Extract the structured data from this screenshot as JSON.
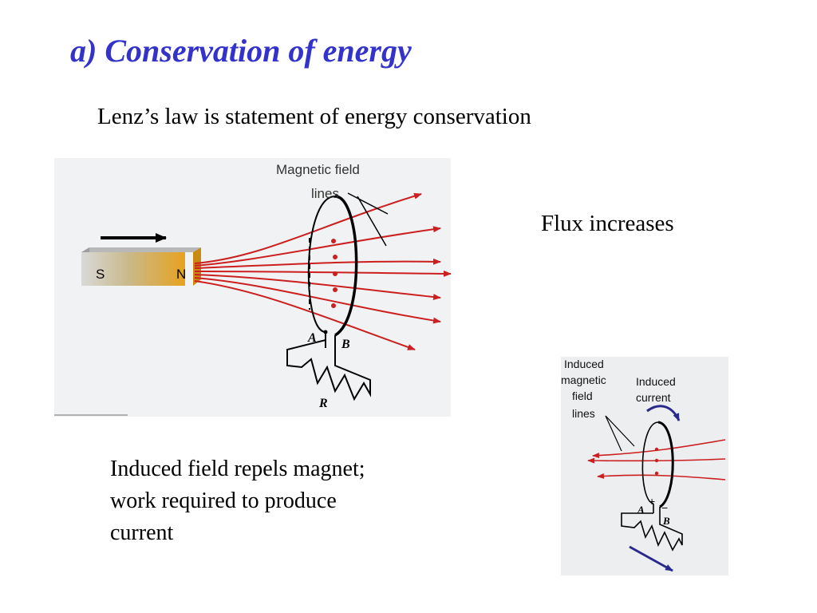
{
  "slide": {
    "title": "a) Conservation of energy",
    "subtitle": "Lenz’s law is statement of energy conservation",
    "flux_text": "Flux increases",
    "induced_text": [
      "Induced field repels magnet;",
      "work required to produce",
      "current"
    ]
  },
  "figure1": {
    "field_label_line1": "Magnetic field",
    "field_label_line2": "lines",
    "magnet_s": "S",
    "magnet_n": "N",
    "terminal_a": "A",
    "terminal_b": "B",
    "resistor_label": "R"
  },
  "figure2": {
    "induced_field_label": [
      "Induced",
      "magnetic",
      "field",
      "lines"
    ],
    "induced_current_label": [
      "Induced",
      "current"
    ],
    "plus_sign": "+",
    "minus_sign": "−",
    "terminal_a": "A",
    "terminal_b": "B"
  },
  "colors": {
    "title": "#3333cc",
    "field_lines": "#cc1f1f",
    "current_arrow": "#2a2a8c",
    "figure2_background": "#eceef0"
  }
}
